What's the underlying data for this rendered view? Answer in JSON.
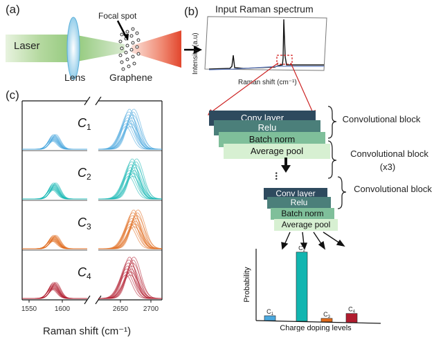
{
  "panels": {
    "a": "(a)",
    "b": "(b)",
    "c": "(c)"
  },
  "setup": {
    "laser": "Laser",
    "lens": "Lens",
    "graphene": "Graphene",
    "focal_spot": "Focal spot"
  },
  "spectrum": {
    "title": "Input Raman spectrum",
    "ylabel": "Intensity (a.u)",
    "xlabel": "Raman shift (cm⁻¹)"
  },
  "blocks": {
    "layers": [
      "Conv layer",
      "Relu",
      "Batch norm",
      "Average pool"
    ],
    "label_1": "Convolutional block",
    "label_2": "Convolutional block",
    "label_2b": "(x3)",
    "label_3": "Convolutional block",
    "ellipsis": "•••",
    "colors": [
      "#2e4a5e",
      "#4b7f7a",
      "#7fbf9a",
      "#d7f0d2"
    ]
  },
  "spectra_panel": {
    "labels": [
      "C",
      "C",
      "C",
      "C"
    ],
    "subs": [
      "1",
      "2",
      "3",
      "4"
    ],
    "colors": [
      "#4aa8de",
      "#17b8b4",
      "#e06a1b",
      "#b01c2e"
    ],
    "xticks_left": [
      "1550",
      "1600"
    ],
    "xticks_right": [
      "2650",
      "2700"
    ],
    "xlabel": "Raman shift (cm⁻¹)"
  },
  "chart_data": {
    "type": "bar",
    "categories": [
      "C1",
      "C2",
      "C3",
      "C4"
    ],
    "values": [
      0.07,
      1.0,
      0.05,
      0.13
    ],
    "colors": [
      "#4aa8de",
      "#12b5b0",
      "#e06a1b",
      "#b01c2e"
    ],
    "xlabel": "Charge doping levels",
    "ylabel": "Probability"
  }
}
